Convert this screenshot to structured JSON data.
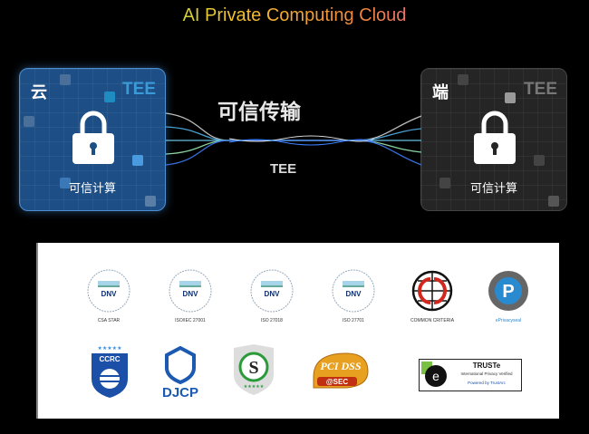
{
  "title": "AI Private Computing Cloud",
  "cloud_card": {
    "label": "云",
    "tee": "TEE",
    "caption": "可信计算"
  },
  "device_card": {
    "label": "端",
    "tee": "TEE",
    "caption": "可信计算"
  },
  "transfer": {
    "label": "可信传输",
    "sub": "TEE"
  },
  "certifications": {
    "row1": [
      {
        "name": "DNV",
        "caption": "CSA STAR"
      },
      {
        "name": "DNV",
        "caption": "ISO/IEC 27001"
      },
      {
        "name": "DNV",
        "caption": "ISO 27018"
      },
      {
        "name": "DNV",
        "caption": "ISO 27701"
      },
      {
        "name": "CC",
        "caption": "COMMON CRITERIA"
      },
      {
        "name": "P",
        "caption": "ePrivacyseal"
      }
    ],
    "row2": [
      {
        "name": "CCRC"
      },
      {
        "name": "DJCP"
      },
      {
        "name": "S"
      },
      {
        "name": "PCI DSS",
        "caption": "@SEC"
      },
      {
        "name": "TRUSTe",
        "line1": "International Privacy Verified",
        "line2": "Powered by TrustArc"
      }
    ]
  }
}
